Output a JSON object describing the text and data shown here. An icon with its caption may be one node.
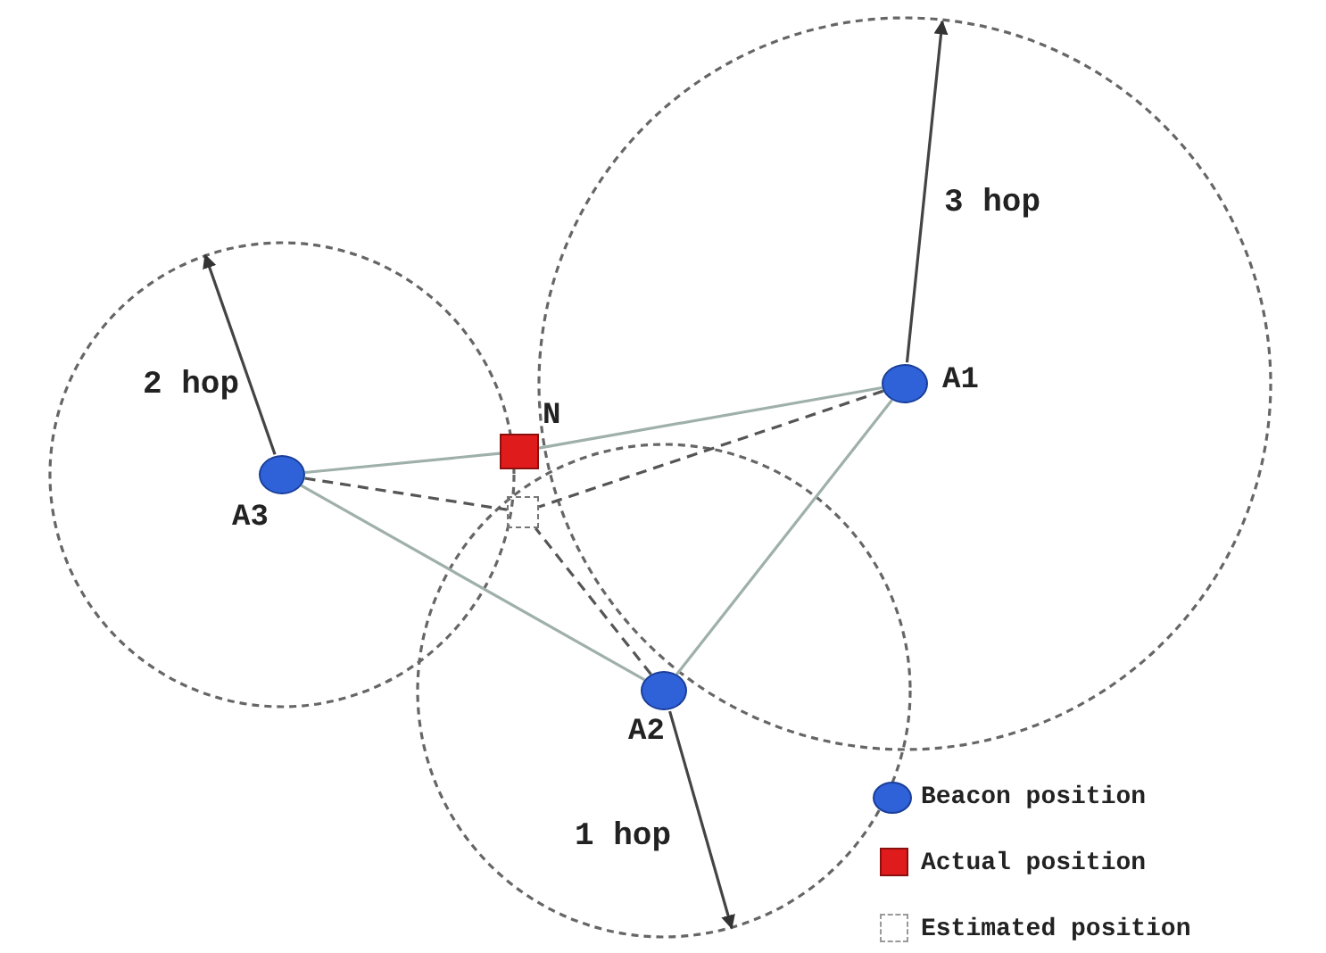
{
  "diagram": {
    "nodes": [
      {
        "text": [],
        "shape": "circle",
        "beside": [
          "A1"
        ]
      },
      {
        "text": [],
        "shape": "circle",
        "beside": [
          "A2"
        ]
      },
      {
        "text": [],
        "shape": "circle",
        "beside": [
          "A3"
        ]
      },
      {
        "text": [],
        "shape": "box",
        "beside": [
          "N"
        ]
      },
      {
        "text": [],
        "shape": "box"
      }
    ],
    "edges": [
      {
        "from": 2,
        "to": 3,
        "arrow": "none"
      },
      {
        "from": 3,
        "to": 0,
        "arrow": "none"
      },
      {
        "from": 2,
        "to": 1,
        "arrow": "none"
      },
      {
        "from": 1,
        "to": 0,
        "arrow": "none"
      },
      {
        "from": 2,
        "to": 4,
        "arrow": "none",
        "style": "dashed",
        "color": "#555555"
      },
      {
        "from": 0,
        "to": 4,
        "arrow": "none",
        "style": "dashed",
        "color": "#555555"
      },
      {
        "from": 1,
        "to": 4,
        "arrow": "none",
        "style": "dashed",
        "color": "#555555"
      }
    ],
    "labels": [
      "3 hop",
      "2 hop",
      "1 hop"
    ],
    "legend": [
      {
        "text": "Beacon position",
        "color": "#2f62d8"
      },
      {
        "text": "Actual position",
        "color": "#e01b1b"
      },
      {
        "text": "Estimated position"
      }
    ]
  }
}
